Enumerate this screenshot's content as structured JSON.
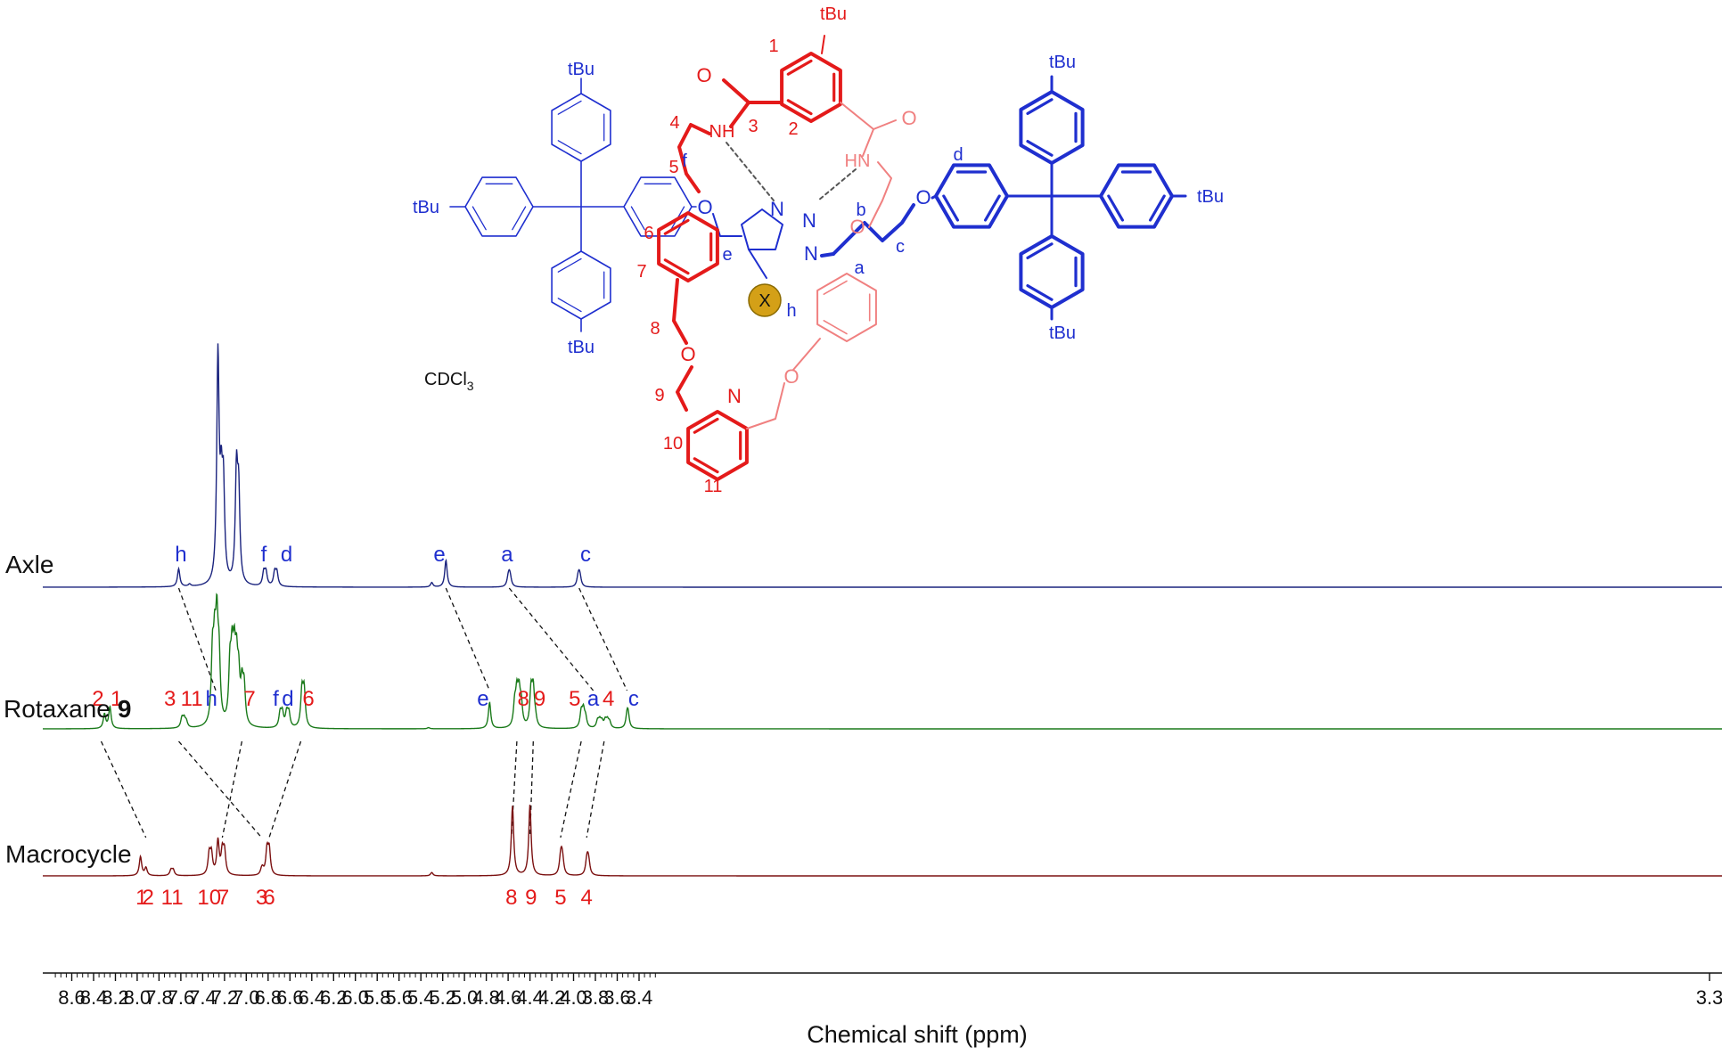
{
  "chart_data": {
    "type": "line",
    "xlabel": "Chemical shift (ppm)",
    "xlim": [
      8.75,
      3.3
    ],
    "x_ticks": [
      "8.6",
      "8.4",
      "8.2",
      "8.0",
      "7.8",
      "7.6",
      "7.4",
      "7.2",
      "7.0",
      "6.8",
      "6.6",
      "6.4",
      "6.2",
      "6.0",
      "5.8",
      "5.6",
      "5.4",
      "5.2",
      "5.0",
      "4.8",
      "4.6",
      "4.4",
      "4.2",
      "4.0",
      "3.8",
      "3.6",
      "3.4",
      "3.3"
    ],
    "solvent_label": "CDCl",
    "solvent_subscript": "3",
    "series": [
      {
        "name": "Axle",
        "color": "#1a237e",
        "peaks": [
          {
            "ppm": 7.62,
            "h": 0.08
          },
          {
            "ppm": 7.52,
            "h": 0.01
          },
          {
            "ppm": 7.26,
            "h": 1.0
          },
          {
            "ppm": 7.23,
            "h": 0.35
          },
          {
            "ppm": 7.21,
            "h": 0.4
          },
          {
            "ppm": 7.09,
            "h": 0.48
          },
          {
            "ppm": 7.07,
            "h": 0.38
          },
          {
            "ppm": 6.84,
            "h": 0.06
          },
          {
            "ppm": 6.82,
            "h": 0.06
          },
          {
            "ppm": 6.74,
            "h": 0.06
          },
          {
            "ppm": 6.72,
            "h": 0.06
          },
          {
            "ppm": 5.3,
            "h": 0.02
          },
          {
            "ppm": 5.17,
            "h": 0.12
          },
          {
            "ppm": 4.6,
            "h": 0.03
          },
          {
            "ppm": 4.59,
            "h": 0.04
          },
          {
            "ppm": 4.58,
            "h": 0.03
          },
          {
            "ppm": 3.96,
            "h": 0.03
          },
          {
            "ppm": 3.95,
            "h": 0.04
          },
          {
            "ppm": 3.94,
            "h": 0.03
          }
        ],
        "labels": [
          {
            "text": "h",
            "ppm": 7.6,
            "color": "#1f2fcf"
          },
          {
            "text": "f",
            "ppm": 6.84,
            "color": "#1f2fcf"
          },
          {
            "text": "d",
            "ppm": 6.63,
            "color": "#1f2fcf"
          },
          {
            "text": "e",
            "ppm": 5.23,
            "color": "#1f2fcf"
          },
          {
            "text": "a",
            "ppm": 4.61,
            "color": "#1f2fcf"
          },
          {
            "text": "c",
            "ppm": 3.89,
            "color": "#1f2fcf"
          }
        ]
      },
      {
        "name": "Rotaxane",
        "name_bold": "9",
        "color": "#1a7a1a",
        "peaks": [
          {
            "ppm": 8.3,
            "h": 0.12
          },
          {
            "ppm": 8.25,
            "h": 0.18
          },
          {
            "ppm": 7.59,
            "h": 0.08
          },
          {
            "ppm": 7.57,
            "h": 0.07
          },
          {
            "ppm": 7.55,
            "h": 0.05
          },
          {
            "ppm": 7.31,
            "h": 0.55
          },
          {
            "ppm": 7.29,
            "h": 0.55
          },
          {
            "ppm": 7.27,
            "h": 0.75
          },
          {
            "ppm": 7.25,
            "h": 0.5
          },
          {
            "ppm": 7.15,
            "h": 0.45
          },
          {
            "ppm": 7.13,
            "h": 0.5
          },
          {
            "ppm": 7.11,
            "h": 0.48
          },
          {
            "ppm": 7.09,
            "h": 0.45
          },
          {
            "ppm": 7.07,
            "h": 0.35
          },
          {
            "ppm": 7.04,
            "h": 0.3
          },
          {
            "ppm": 7.02,
            "h": 0.3
          },
          {
            "ppm": 6.69,
            "h": 0.12
          },
          {
            "ppm": 6.67,
            "h": 0.12
          },
          {
            "ppm": 6.63,
            "h": 0.12
          },
          {
            "ppm": 6.61,
            "h": 0.12
          },
          {
            "ppm": 6.49,
            "h": 0.3
          },
          {
            "ppm": 6.47,
            "h": 0.3
          },
          {
            "ppm": 5.33,
            "h": 0.01
          },
          {
            "ppm": 4.77,
            "h": 0.22
          },
          {
            "ppm": 4.54,
            "h": 0.18
          },
          {
            "ppm": 4.52,
            "h": 0.26
          },
          {
            "ppm": 4.5,
            "h": 0.26
          },
          {
            "ppm": 4.48,
            "h": 0.18
          },
          {
            "ppm": 4.39,
            "h": 0.3
          },
          {
            "ppm": 4.37,
            "h": 0.3
          },
          {
            "ppm": 4.35,
            "h": 0.06
          },
          {
            "ppm": 3.93,
            "h": 0.13
          },
          {
            "ppm": 3.91,
            "h": 0.14
          },
          {
            "ppm": 3.89,
            "h": 0.08
          },
          {
            "ppm": 3.78,
            "h": 0.06
          },
          {
            "ppm": 3.76,
            "h": 0.06
          },
          {
            "ppm": 3.74,
            "h": 0.05
          },
          {
            "ppm": 3.71,
            "h": 0.06
          },
          {
            "ppm": 3.69,
            "h": 0.06
          },
          {
            "ppm": 3.67,
            "h": 0.05
          },
          {
            "ppm": 3.51,
            "h": 0.1
          },
          {
            "ppm": 3.5,
            "h": 0.1
          }
        ],
        "labels": [
          {
            "text": "2",
            "ppm": 8.36,
            "color": "#e41a1a"
          },
          {
            "text": "1",
            "ppm": 8.19,
            "color": "#e41a1a"
          },
          {
            "text": "3",
            "ppm": 7.7,
            "color": "#e41a1a"
          },
          {
            "text": "11",
            "ppm": 7.5,
            "color": "#e41a1a"
          },
          {
            "text": "h",
            "ppm": 7.32,
            "color": "#1f2fcf"
          },
          {
            "text": "7",
            "ppm": 6.97,
            "color": "#e41a1a"
          },
          {
            "text": "f",
            "ppm": 6.73,
            "color": "#1f2fcf"
          },
          {
            "text": "d",
            "ppm": 6.62,
            "color": "#1f2fcf"
          },
          {
            "text": "6",
            "ppm": 6.43,
            "color": "#e41a1a"
          },
          {
            "text": "e",
            "ppm": 4.83,
            "color": "#1f2fcf"
          },
          {
            "text": "8",
            "ppm": 4.46,
            "color": "#e41a1a"
          },
          {
            "text": "9",
            "ppm": 4.31,
            "color": "#e41a1a"
          },
          {
            "text": "5",
            "ppm": 3.99,
            "color": "#e41a1a"
          },
          {
            "text": "a",
            "ppm": 3.82,
            "color": "#1f2fcf"
          },
          {
            "text": "4",
            "ppm": 3.68,
            "color": "#e41a1a"
          },
          {
            "text": "c",
            "ppm": 3.45,
            "color": "#1f2fcf"
          }
        ]
      },
      {
        "name": "Macrocycle",
        "color": "#7b1010",
        "peaks": [
          {
            "ppm": 7.97,
            "h": 0.17
          },
          {
            "ppm": 7.92,
            "h": 0.07
          },
          {
            "ppm": 7.69,
            "h": 0.05
          },
          {
            "ppm": 7.67,
            "h": 0.05
          },
          {
            "ppm": 7.34,
            "h": 0.18
          },
          {
            "ppm": 7.32,
            "h": 0.18
          },
          {
            "ppm": 7.26,
            "h": 0.3
          },
          {
            "ppm": 7.22,
            "h": 0.2
          },
          {
            "ppm": 7.2,
            "h": 0.2
          },
          {
            "ppm": 6.86,
            "h": 0.04
          },
          {
            "ppm": 6.85,
            "h": 0.04
          },
          {
            "ppm": 6.81,
            "h": 0.22
          },
          {
            "ppm": 6.79,
            "h": 0.22
          },
          {
            "ppm": 5.3,
            "h": 0.03
          },
          {
            "ppm": 4.56,
            "h": 0.62
          },
          {
            "ppm": 4.4,
            "h": 0.63
          },
          {
            "ppm": 4.12,
            "h": 0.12
          },
          {
            "ppm": 4.11,
            "h": 0.12
          },
          {
            "ppm": 4.1,
            "h": 0.1
          },
          {
            "ppm": 3.88,
            "h": 0.1
          },
          {
            "ppm": 3.87,
            "h": 0.1
          },
          {
            "ppm": 3.86,
            "h": 0.08
          }
        ],
        "labels": [
          {
            "text": "1",
            "ppm": 7.96,
            "color": "#e41a1a"
          },
          {
            "text": "2",
            "ppm": 7.9,
            "color": "#e41a1a"
          },
          {
            "text": "11",
            "ppm": 7.68,
            "color": "#e41a1a"
          },
          {
            "text": "10",
            "ppm": 7.34,
            "color": "#e41a1a"
          },
          {
            "text": "7",
            "ppm": 7.21,
            "color": "#e41a1a"
          },
          {
            "text": "3",
            "ppm": 6.86,
            "color": "#e41a1a"
          },
          {
            "text": "6",
            "ppm": 6.79,
            "color": "#e41a1a"
          },
          {
            "text": "8",
            "ppm": 4.57,
            "color": "#e41a1a"
          },
          {
            "text": "9",
            "ppm": 4.39,
            "color": "#e41a1a"
          },
          {
            "text": "5",
            "ppm": 4.12,
            "color": "#e41a1a"
          },
          {
            "text": "4",
            "ppm": 3.88,
            "color": "#e41a1a"
          }
        ]
      }
    ],
    "correlations": [
      {
        "from": [
          "Axle",
          7.62
        ],
        "to": [
          "Rotaxane",
          7.28
        ]
      },
      {
        "from": [
          "Axle",
          5.17
        ],
        "to": [
          "Rotaxane",
          4.77
        ]
      },
      {
        "from": [
          "Axle",
          4.59
        ],
        "to": [
          "Rotaxane",
          3.82
        ]
      },
      {
        "from": [
          "Axle",
          3.95
        ],
        "to": [
          "Rotaxane",
          3.51
        ]
      },
      {
        "from": [
          "Rotaxane",
          8.33
        ],
        "to": [
          "Macrocycle",
          7.92
        ]
      },
      {
        "from": [
          "Rotaxane",
          7.62
        ],
        "to": [
          "Macrocycle",
          6.86
        ]
      },
      {
        "from": [
          "Rotaxane",
          7.04
        ],
        "to": [
          "Macrocycle",
          7.22
        ]
      },
      {
        "from": [
          "Rotaxane",
          6.5
        ],
        "to": [
          "Macrocycle",
          6.79
        ]
      },
      {
        "from": [
          "Rotaxane",
          4.52
        ],
        "to": [
          "Macrocycle",
          4.57
        ]
      },
      {
        "from": [
          "Rotaxane",
          4.37
        ],
        "to": [
          "Macrocycle",
          4.4
        ]
      },
      {
        "from": [
          "Rotaxane",
          3.93
        ],
        "to": [
          "Macrocycle",
          4.12
        ]
      },
      {
        "from": [
          "Rotaxane",
          3.72
        ],
        "to": [
          "Macrocycle",
          3.88
        ]
      }
    ]
  },
  "structure": {
    "atoms": {
      "tBu": "tBu",
      "N": "N",
      "NH": "NH",
      "HN": "HN",
      "O": "O",
      "X": "X"
    },
    "number_labels": [
      "1",
      "2",
      "3",
      "4",
      "5",
      "6",
      "7",
      "8",
      "9",
      "10",
      "11"
    ],
    "letter_labels": [
      "a",
      "b",
      "c",
      "d",
      "e",
      "f",
      "h"
    ]
  }
}
